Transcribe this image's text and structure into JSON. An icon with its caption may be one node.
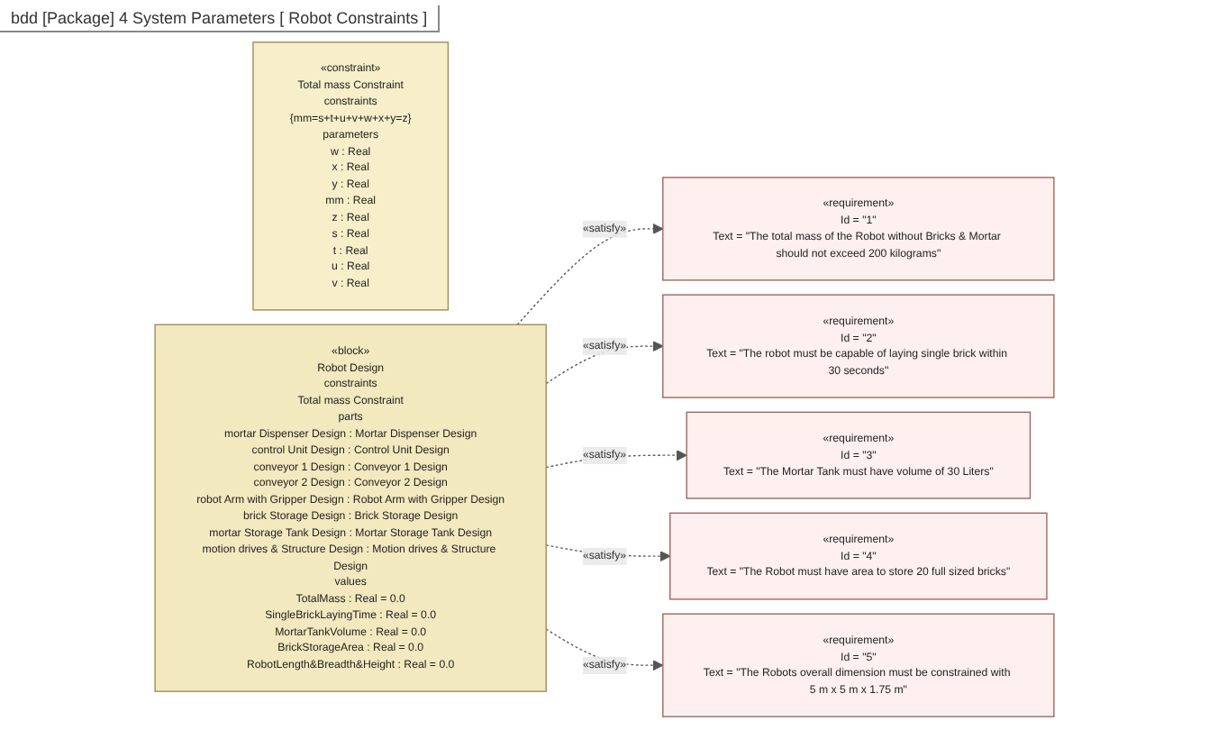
{
  "diagram": {
    "title": "bdd [Package] 4 System Parameters [ Robot Constraints ]",
    "nodes": [
      {
        "text": [
          "«constraint»",
          "Total mass Constraint",
          "constraints",
          "{mm=s+t+u+v+w+x+y=z}",
          "parameters",
          "w : Real",
          "x : Real",
          "y : Real",
          "mm : Real",
          "z : Real",
          "s : Real",
          "t : Real",
          "u : Real",
          "v : Real"
        ]
      },
      {
        "text": [
          "«block»",
          "Robot Design",
          "constraints",
          "Total mass Constraint",
          "parts",
          "mortar Dispenser Design : Mortar Dispenser Design",
          "control Unit Design : Control Unit Design",
          "conveyor 1 Design : Conveyor 1 Design",
          "conveyor 2 Design : Conveyor 2 Design",
          "robot Arm with Gripper Design : Robot Arm with Gripper Design",
          "brick Storage Design : Brick Storage Design",
          "mortar Storage Tank Design : Mortar Storage Tank Design",
          "motion drives & Structure Design : Motion drives & Structure Design",
          "values",
          "TotalMass : Real = 0.0",
          "SingleBrickLayingTime : Real = 0.0",
          "MortarTankVolume : Real = 0.0",
          "BrickStorageArea : Real = 0.0",
          "RobotLength&Breadth&Height : Real = 0.0"
        ]
      },
      {
        "text": [
          "«requirement»",
          "Id = \"1\"",
          "Text = \"The total mass of the Robot without Bricks & Mortar should not exceed 200 kilograms\""
        ]
      },
      {
        "text": [
          "«requirement»",
          "Id = \"2\"",
          "Text = \"The robot must be capable of laying single brick within 30 seconds\""
        ]
      },
      {
        "text": [
          "«requirement»",
          "Id = \"3\"",
          "Text = \"The Mortar Tank must have volume of 30 Liters\""
        ]
      },
      {
        "text": [
          "«requirement»",
          "Id = \"4\"",
          "Text = \"The Robot must have area to store 20 full sized bricks\""
        ]
      },
      {
        "text": [
          "«requirement»",
          "Id = \"5\"",
          "Text = \"The Robots overall dimension must be constrained with 5 m x 5 m x 1.75 m\""
        ]
      }
    ],
    "edges": [
      {
        "from": 1,
        "to": 2,
        "arrow": "to",
        "label": "«satisfy»",
        "style": "dashed"
      },
      {
        "from": 1,
        "to": 3,
        "arrow": "to",
        "label": "«satisfy»",
        "style": "dashed"
      },
      {
        "from": 1,
        "to": 4,
        "arrow": "to",
        "label": "«satisfy»",
        "style": "dashed"
      },
      {
        "from": 1,
        "to": 5,
        "arrow": "to",
        "label": "«satisfy»",
        "style": "dashed"
      },
      {
        "from": 1,
        "to": 6,
        "arrow": "to",
        "label": "«satisfy»",
        "style": "dashed"
      }
    ]
  }
}
